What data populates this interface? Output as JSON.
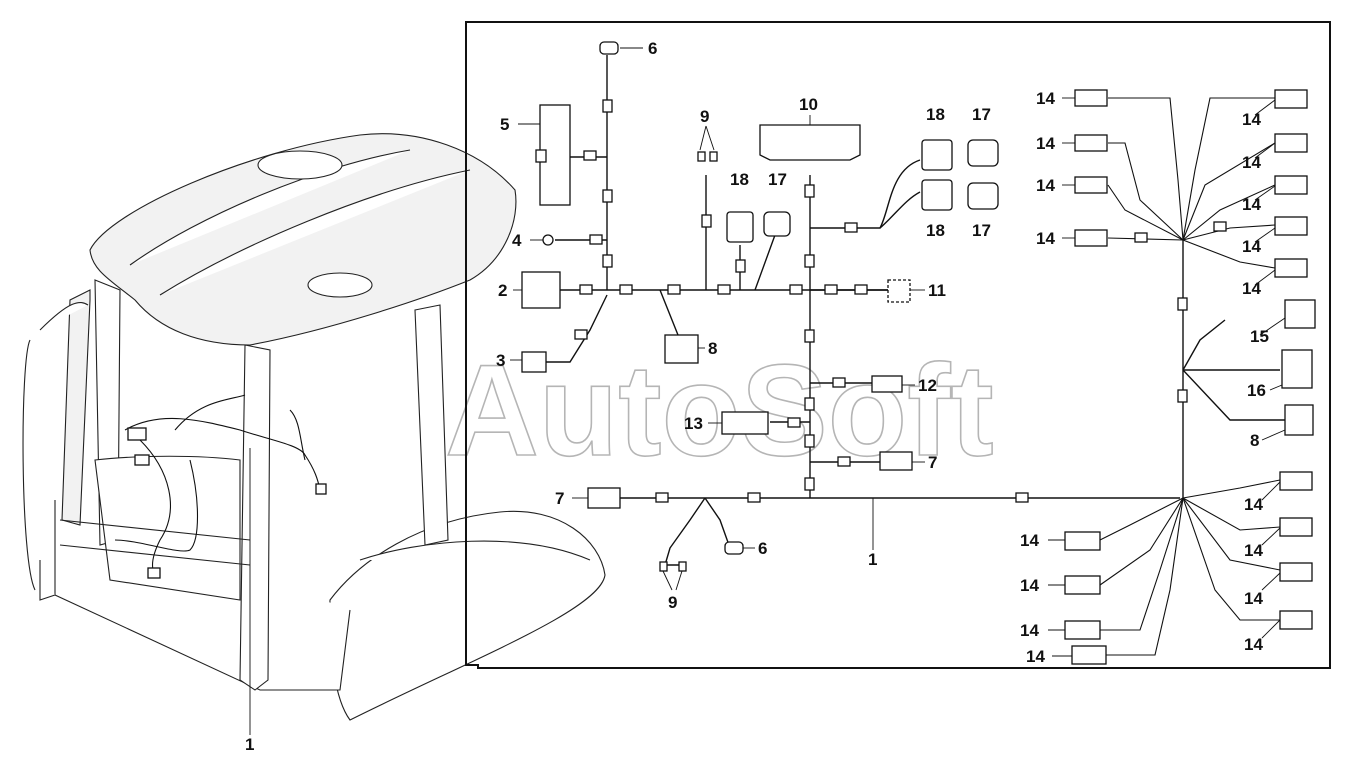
{
  "watermark": "AutoSoft",
  "overview_callout": "1",
  "labels": {
    "l1_main": "1",
    "l2": "2",
    "l3": "3",
    "l4": "4",
    "l5": "5",
    "l6_top": "6",
    "l6_bottom": "6",
    "l7_left": "7",
    "l7_mid": "7",
    "l8_mid": "8",
    "l8_right": "8",
    "l9_top": "9",
    "l9_bottom": "9",
    "l10": "10",
    "l11": "11",
    "l12": "12",
    "l13": "13",
    "l15": "15",
    "l16": "16",
    "l17_a": "17",
    "l17_b": "17",
    "l17_c": "17",
    "l18_a": "18",
    "l18_b": "18",
    "l18_c": "18",
    "l14": [
      "14",
      "14",
      "14",
      "14",
      "14",
      "14",
      "14",
      "14",
      "14",
      "14",
      "14",
      "14",
      "14",
      "14",
      "14",
      "14",
      "14"
    ]
  }
}
